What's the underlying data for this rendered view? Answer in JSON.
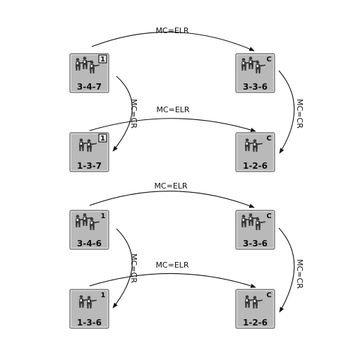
{
  "groups": [
    {
      "counters": {
        "tl": {
          "strength": "3-4-7",
          "corner": "1",
          "corner_boxed": true
        },
        "tr": {
          "strength": "3-3-6",
          "corner": "C",
          "corner_boxed": false
        },
        "bl": {
          "strength": "1-3-7",
          "corner": "1",
          "corner_boxed": true
        },
        "br": {
          "strength": "1-2-6",
          "corner": "C",
          "corner_boxed": false
        }
      },
      "labels": {
        "top": "MC=ELR",
        "middle": "MC=ELR",
        "left": "MC=CR",
        "right": "MC=CR"
      }
    },
    {
      "counters": {
        "tl": {
          "strength": "3-4-6",
          "corner": "1",
          "corner_boxed": false
        },
        "tr": {
          "strength": "3-3-6",
          "corner": "C",
          "corner_boxed": false
        },
        "bl": {
          "strength": "1-3-6",
          "corner": "1",
          "corner_boxed": false
        },
        "br": {
          "strength": "1-2-6",
          "corner": "C",
          "corner_boxed": false
        }
      },
      "labels": {
        "top": "MC=ELR",
        "middle": "MC=ELR",
        "left": "MC=CR",
        "right": "MC=CR"
      }
    }
  ]
}
